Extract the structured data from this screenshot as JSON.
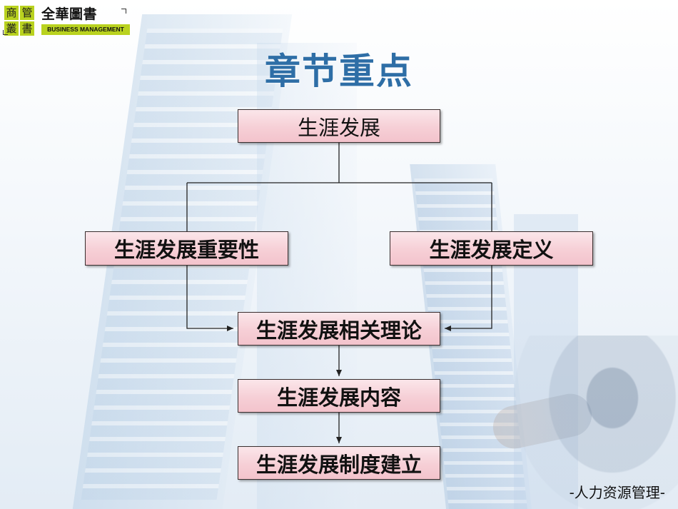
{
  "logo": {
    "chars": [
      "商",
      "管",
      "叢",
      "書"
    ],
    "brand": "全華圖書",
    "tagline": "BUSINESS MANAGEMENT",
    "accent_color": "#b9d21f"
  },
  "title": "章节重点",
  "nodes": {
    "root": "生涯发展",
    "importance": "生涯发展重要性",
    "definition": "生涯发展定义",
    "theory": "生涯发展相关理论",
    "content": "生涯发展内容",
    "system": "生涯发展制度建立"
  },
  "footer": "-人力资源管理-",
  "colors": {
    "title": "#2e6ea6",
    "box_fill": "#f6cfd6",
    "box_border": "#3a2f2f"
  }
}
